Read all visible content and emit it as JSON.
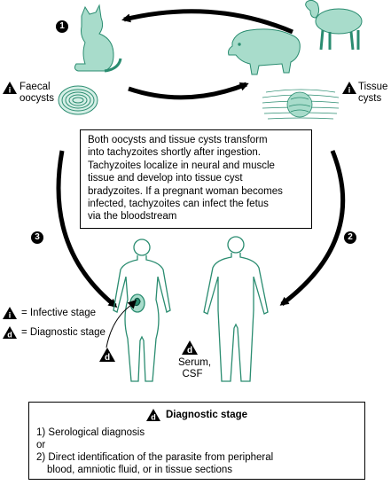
{
  "steps": {
    "one": "1",
    "two": "2",
    "three": "3"
  },
  "labels": {
    "faecal_oocysts_line1": "Faecal",
    "faecal_oocysts_line2": "oocysts",
    "tissue_cysts_line1": "Tissue",
    "tissue_cysts_line2": "cysts",
    "serum_line1": "Serum,",
    "serum_line2": "CSF"
  },
  "symbols": {
    "infective": "i",
    "diagnostic": "d"
  },
  "center_text": [
    "Both oocysts and tissue cysts transform",
    "into tachyzoites shortly after ingestion.",
    "Tachyzoites localize in neural and muscle",
    "tissue and develop into tissue cyst",
    "bradyzoites. If a pregnant woman becomes",
    "infected, tachyzoites can infect the fetus",
    "via the bloodstream"
  ],
  "legend": {
    "infective": "= Infective stage",
    "diagnostic": "= Diagnostic stage"
  },
  "diagnostic_box": {
    "title": "Diagnostic stage",
    "line1": "1) Serological diagnosis",
    "line2": "or",
    "line3": "2) Direct identification of the parasite from peripheral",
    "line4": "blood, amniotic fluid, or in tissue sections"
  },
  "colors": {
    "figure_fill": "#a8dccb",
    "figure_stroke": "#2a8c70",
    "arrow": "#000000"
  }
}
